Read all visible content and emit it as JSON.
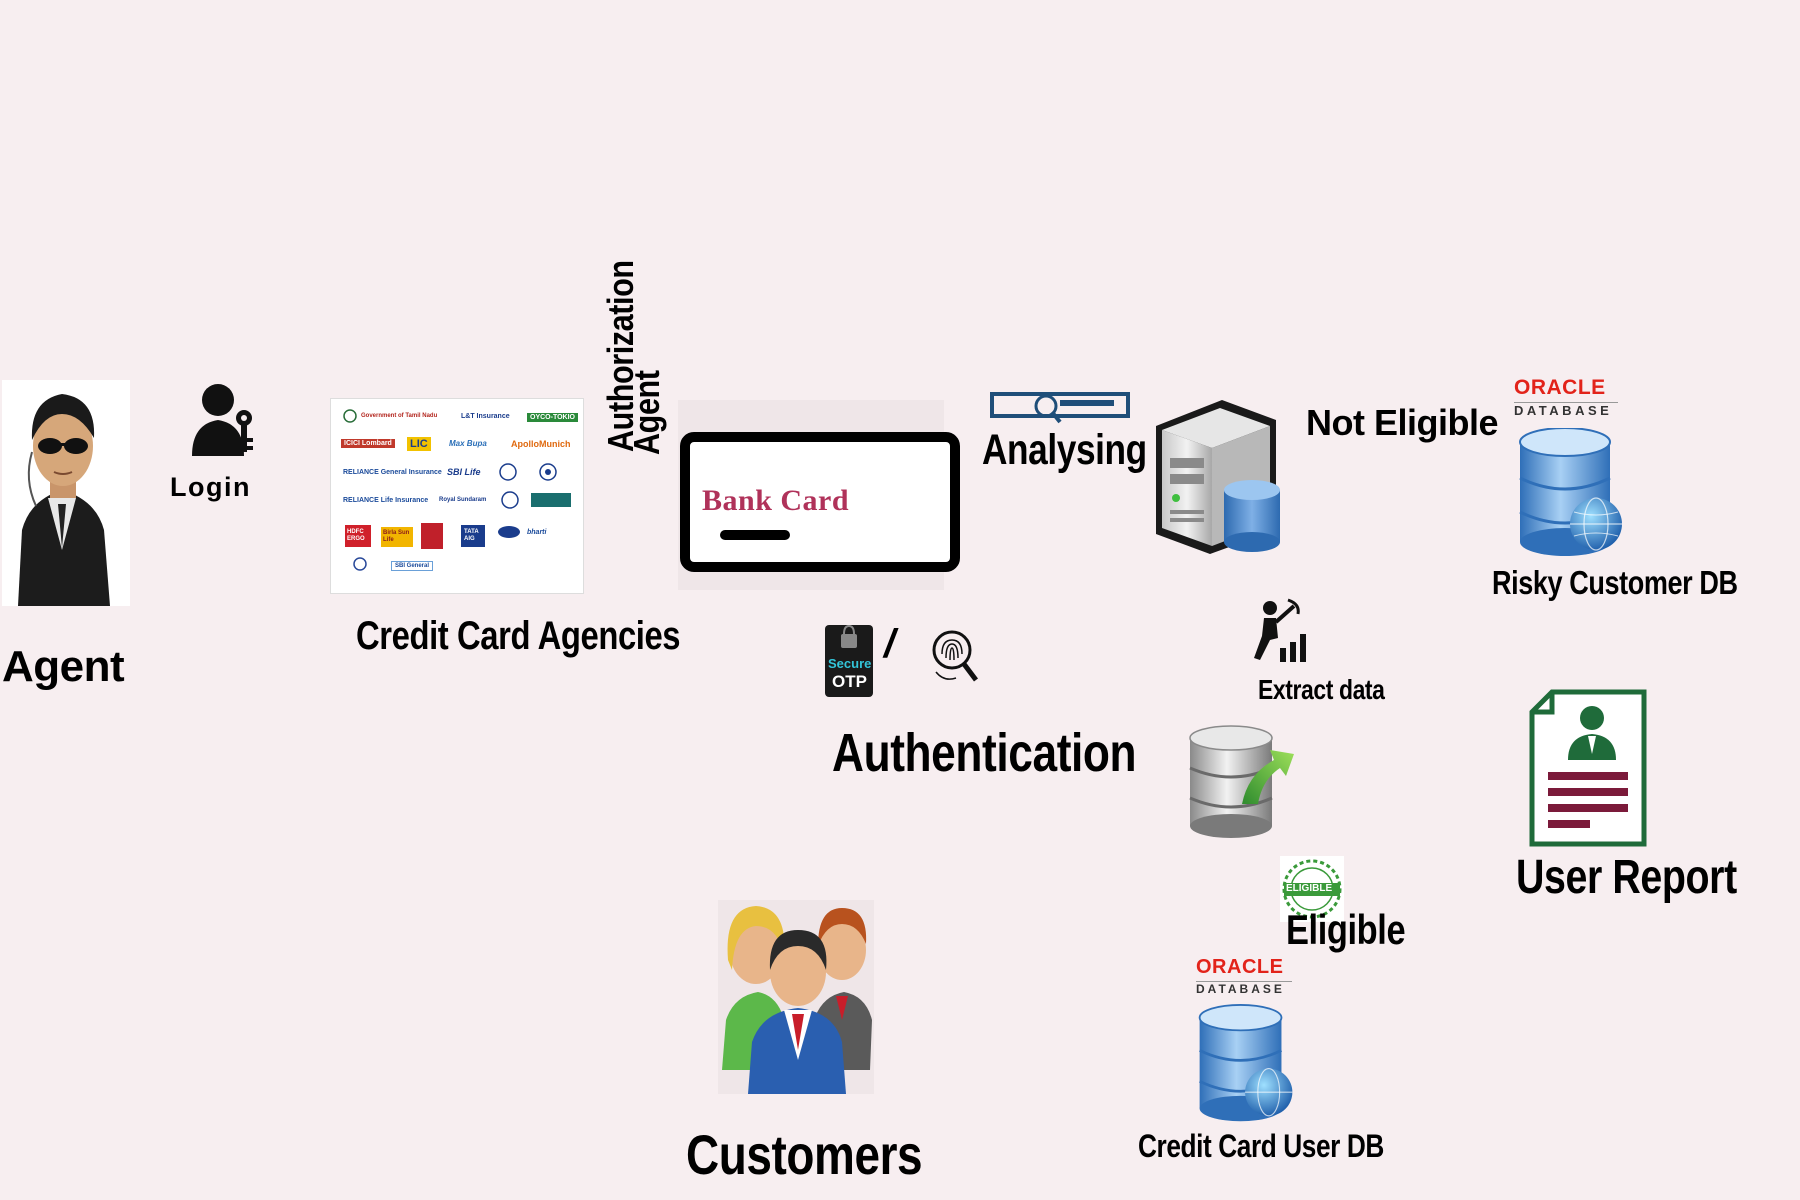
{
  "labels": {
    "agent": "Agent",
    "login": "Login",
    "credit_card_agencies": "Credit Card Agencies",
    "authorization": "Authorization",
    "agent_vertical": "Agent",
    "bank_card": "Bank Card",
    "analysing": "Analysing",
    "not_eligible": "Not Eligible",
    "risky_customer_db": "Risky Customer DB",
    "authentication": "Authentication",
    "extract_data": "Extract data",
    "user_report": "User Report",
    "eligible": "Eligible",
    "eligible_badge": "ELIGIBLE",
    "credit_card_user_db": "Credit Card User DB",
    "customers": "Customers",
    "secure_otp_line1": "Secure",
    "secure_otp_line2": "OTP",
    "slash": "/"
  },
  "oracle_logo": {
    "word": "ORACLE",
    "sub": "DATABASE"
  },
  "agencies": [
    "Government of Tamil Nadu",
    "L&T Insurance",
    "OYCO-TOKIO",
    "ICICI Lombard",
    "LIC",
    "Max Bupa",
    "ApolloMunich",
    "RELIANCE General Insurance",
    "SBI Life",
    "RELIANCE Life Insurance",
    "Royal Sundaram",
    "HDFC ERGO",
    "Birla Sun Life",
    "TATA AIG",
    "bharti",
    "SBI General"
  ],
  "colors": {
    "background": "#f7eef0",
    "oracle_red": "#e2231a",
    "bank_card_text": "#b0325a",
    "report_green": "#1f6b3a",
    "report_lines": "#7b1a3a",
    "db_blue": "#3b7dc4",
    "eligible_green": "#3a9a3a"
  }
}
